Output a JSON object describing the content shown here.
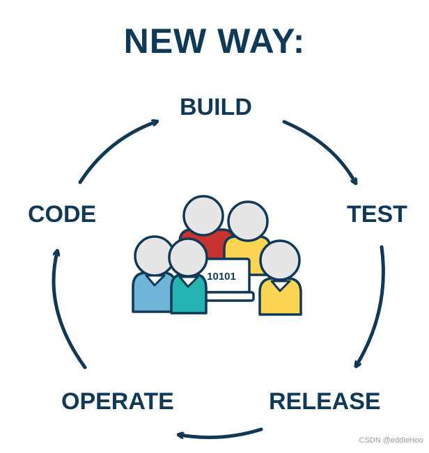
{
  "title": "NEW WAY:",
  "stages": {
    "build": "BUILD",
    "test": "TEST",
    "release": "RELEASE",
    "operate": "OPERATE",
    "code": "CODE"
  },
  "laptop_text": "10101",
  "watermark": "CSDN @eddieHoo",
  "colors": {
    "navy": "#0f3957",
    "person_blue": "#6fb4d9",
    "person_teal": "#24b5b2",
    "person_red": "#c8322f",
    "person_yellow": "#fbd552",
    "head_gray": "#e6e6e6"
  }
}
